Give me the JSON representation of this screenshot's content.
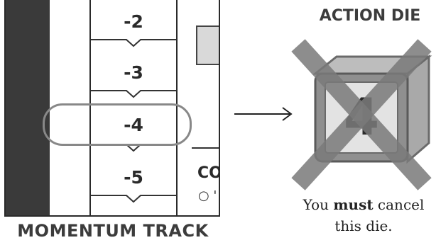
{
  "momentum_track": {
    "title": "MOMENTUM TRACK",
    "values": [
      "-2",
      "-3",
      "-4",
      "-5"
    ],
    "highlighted_value": "-4",
    "partial_label": "CO",
    "partial_marker": "○ '"
  },
  "action_die": {
    "title": "ACTION DIE",
    "face_value": "4",
    "canceled": true,
    "caption_prefix": "You ",
    "caption_bold": "must",
    "caption_suffix": " cancel this die."
  },
  "icons": {
    "arrow": "right-arrow-icon",
    "cancel": "x-cancel-icon"
  },
  "colors": {
    "track_dark": "#3a3a3a",
    "highlight": "#888888",
    "cancel_x": "#7a7a7a"
  }
}
